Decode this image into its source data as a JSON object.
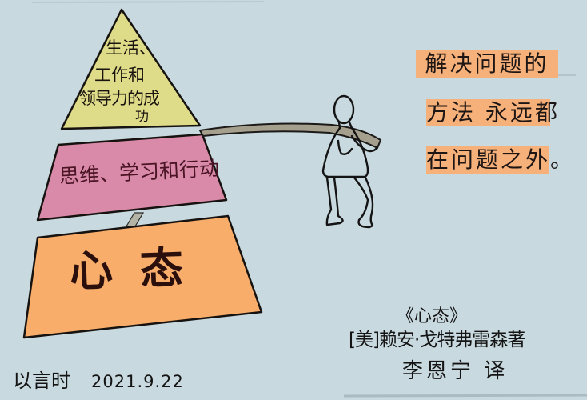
{
  "colors": {
    "background": "#c8d9df",
    "ink": "#1c1414",
    "pyramid_top": "#dfdc89",
    "pyramid_middle": "#d98aa8",
    "pyramid_bottom": "#f8ad6a",
    "quote_highlight": "#f6b07a",
    "rope": "#a59f8e"
  },
  "pyramid": {
    "top": {
      "full_text": "生活、工作和领导力的成功",
      "lines": [
        "生活、",
        "工作和",
        "领导力的成",
        "功"
      ]
    },
    "middle": {
      "text": "思维、学习和行动"
    },
    "bottom": {
      "text": "心态"
    }
  },
  "figure": {
    "description": "stick figure pulling a rope attached to the pyramid",
    "icon": "stick-figure-pulling-rope-icon"
  },
  "quote": {
    "lines": [
      "解决问题的",
      "方法 永远都",
      "在问题之外。"
    ]
  },
  "book": {
    "title": "《心态》",
    "author": "[美]赖安·戈特弗雷森著",
    "translator": "李恩宁 译"
  },
  "signature": {
    "name": "以言时",
    "date": "2021.9.22"
  }
}
